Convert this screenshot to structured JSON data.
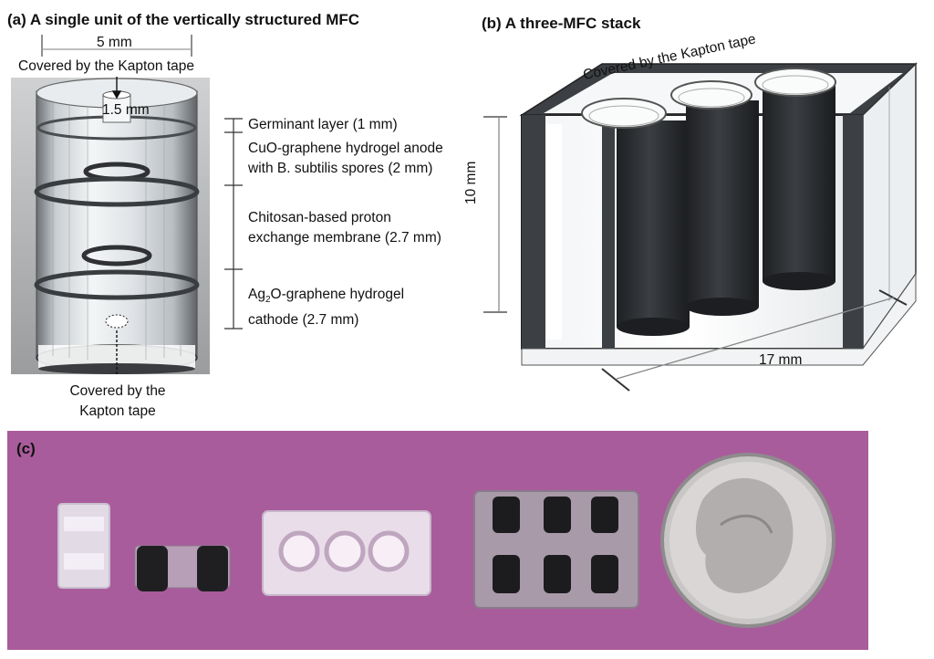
{
  "panel_a": {
    "title": "(a) A single unit of the vertically structured MFC",
    "width_label": "5 mm",
    "top_cover_label": "Covered by the Kapton tape",
    "hole_label": "1.5 mm",
    "layers": [
      {
        "line1": "Germinant layer (1 mm)"
      },
      {
        "line1": "CuO-graphene hydrogel anode",
        "line2": "with B. subtilis spores (2 mm)"
      },
      {
        "line1": "Chitosan-based proton",
        "line2": "exchange membrane (2.7 mm)"
      },
      {
        "line1_pre": "Ag",
        "line1_sub": "2",
        "line1_post": "O-graphene hydrogel",
        "line2": "cathode (2.7 mm)"
      }
    ],
    "bottom_cover_line1": "Covered by the",
    "bottom_cover_line2": "Kapton tape"
  },
  "panel_b": {
    "title": "(b) A three-MFC stack",
    "cover_label": "Covered by the Kapton tape",
    "height_label": "10 mm",
    "length_label": "17 mm"
  },
  "panel_c": {
    "title": "(c)"
  },
  "colors": {
    "photo_background": "#a95c9b",
    "anode_black": "#2b2d30",
    "transparent_resin": "#dfe4e8"
  }
}
